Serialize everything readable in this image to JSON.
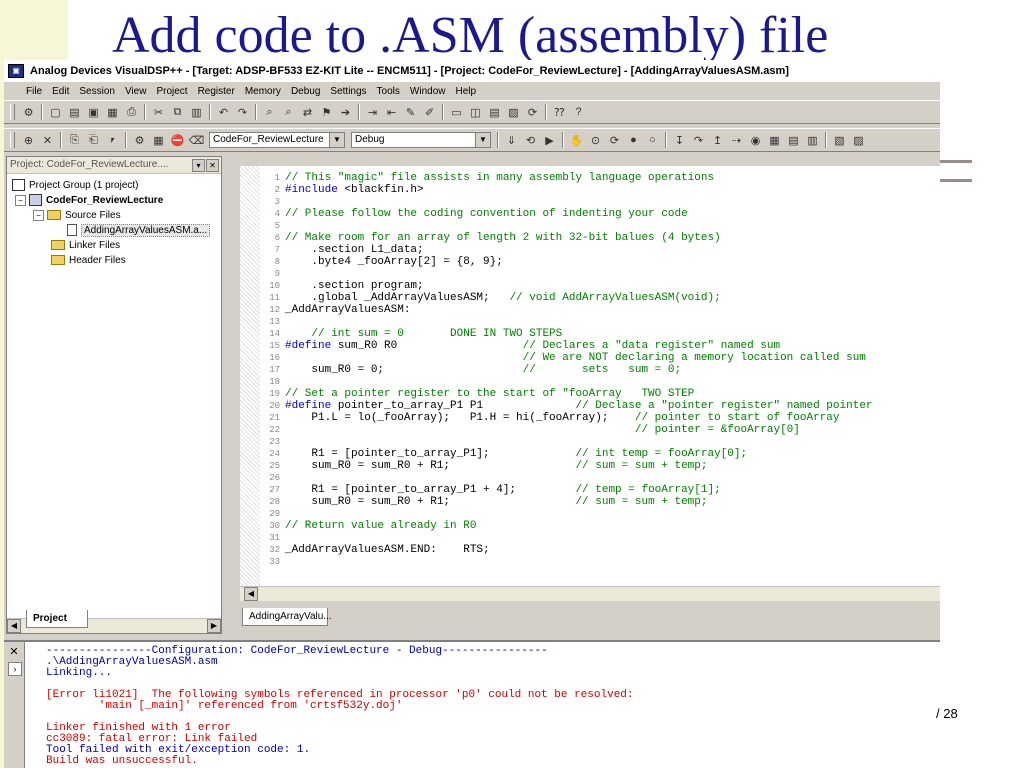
{
  "slide": {
    "title": "Add code to .ASM (assembly) file",
    "page": "/ 28"
  },
  "window": {
    "title": "Analog Devices VisualDSP++ - [Target: ADSP-BF533 EZ-KIT Lite -- ENCM511] - [Project: CodeFor_ReviewLecture] - [AddingArrayValuesASM.asm]"
  },
  "menu": [
    "File",
    "Edit",
    "Session",
    "View",
    "Project",
    "Register",
    "Memory",
    "Debug",
    "Settings",
    "Tools",
    "Window",
    "Help"
  ],
  "toolbar": {
    "project_combo": "CodeFor_ReviewLecture",
    "config_combo": "Debug"
  },
  "project_pane": {
    "title": "Project: CodeFor_ReviewLecture....",
    "tree": {
      "group": "Project Group (1 project)",
      "project": "CodeFor_ReviewLecture",
      "source_folder": "Source Files",
      "file": "AddingArrayValuesASM.a...",
      "linker_folder": "Linker Files",
      "header_folder": "Header Files"
    },
    "tab_label": "Project"
  },
  "editor": {
    "tab_label": "AddingArrayValu...",
    "lines": [
      {
        "n": "1",
        "code": "",
        "comment": "// This \"magic\" file assists in many assembly language operations"
      },
      {
        "n": "2",
        "kw": "#include",
        "code": " <blackfin.h>",
        "comment": ""
      },
      {
        "n": "3",
        "code": "",
        "comment": ""
      },
      {
        "n": "4",
        "code": "",
        "comment": "// Please follow the coding convention of indenting your code"
      },
      {
        "n": "5",
        "code": "",
        "comment": ""
      },
      {
        "n": "6",
        "code": "",
        "comment": "// Make room for an array of length 2 with 32-bit balues (4 bytes)"
      },
      {
        "n": "7",
        "code": "    .section L1_data;",
        "comment": ""
      },
      {
        "n": "8",
        "code": "    .byte4 _fooArray[2] = {8, 9};",
        "comment": ""
      },
      {
        "n": "9",
        "code": "",
        "comment": ""
      },
      {
        "n": "10",
        "code": "    .section program;",
        "comment": ""
      },
      {
        "n": "11",
        "code": "    .global _AddArrayValuesASM;   ",
        "comment": "// void AddArrayValuesASM(void);"
      },
      {
        "n": "12",
        "code": "_AddArrayValuesASM:",
        "comment": ""
      },
      {
        "n": "13",
        "code": "",
        "comment": ""
      },
      {
        "n": "14",
        "code": "    ",
        "comment": "// int sum = 0       DONE IN TWO STEPS"
      },
      {
        "n": "15",
        "kw": "#define",
        "code": " sum_R0 R0                   ",
        "comment": "// Declares a \"data register\" named sum"
      },
      {
        "n": "16",
        "code": "                                    ",
        "comment": "// We are NOT declaring a memory location called sum"
      },
      {
        "n": "17",
        "code": "    sum_R0 = 0;                     ",
        "comment": "//       sets   sum = 0;"
      },
      {
        "n": "18",
        "code": "",
        "comment": ""
      },
      {
        "n": "19",
        "code": "",
        "comment": "// Set a pointer register to the start of \"fooArray   TWO STEP"
      },
      {
        "n": "20",
        "kw": "#define",
        "code": " pointer_to_array_P1 P1              ",
        "comment": "// Declase a \"pointer register\" named pointer"
      },
      {
        "n": "21",
        "code": "    P1.L = lo(_fooArray);   P1.H = hi(_fooArray);    ",
        "comment": "// pointer to start of fooArray"
      },
      {
        "n": "22",
        "code": "                                                     ",
        "comment": "// pointer = &fooArray[0]"
      },
      {
        "n": "23",
        "code": "",
        "comment": ""
      },
      {
        "n": "24",
        "code": "    R1 = [pointer_to_array_P1];             ",
        "comment": "// int temp = fooArray[0];"
      },
      {
        "n": "25",
        "code": "    sum_R0 = sum_R0 + R1;                   ",
        "comment": "// sum = sum + temp;"
      },
      {
        "n": "26",
        "code": "",
        "comment": ""
      },
      {
        "n": "27",
        "code": "    R1 = [pointer_to_array_P1 + 4];         ",
        "comment": "// temp = fooArray[1];"
      },
      {
        "n": "28",
        "code": "    sum_R0 = sum_R0 + R1;                   ",
        "comment": "// sum = sum + temp;"
      },
      {
        "n": "29",
        "code": "",
        "comment": ""
      },
      {
        "n": "30",
        "code": "",
        "comment": "// Return value already in R0"
      },
      {
        "n": "31",
        "code": "",
        "comment": ""
      },
      {
        "n": "32",
        "code": "_AddArrayValuesASM.END:    RTS;",
        "comment": ""
      },
      {
        "n": "33",
        "code": "",
        "comment": ""
      }
    ]
  },
  "output": {
    "lines": [
      {
        "text": "----------------Configuration: CodeFor_ReviewLecture - Debug----------------",
        "style": "normal"
      },
      {
        "text": ".\\AddingArrayValuesASM.asm",
        "style": "normal"
      },
      {
        "text": "Linking...",
        "style": "normal"
      },
      {
        "text": "",
        "style": "normal"
      },
      {
        "text": "[Error li1021]  The following symbols referenced in processor 'p0' could not be resolved:",
        "style": "error"
      },
      {
        "text": "        'main [_main]' referenced from 'crtsf532y.doj'",
        "style": "error"
      },
      {
        "text": "",
        "style": "normal"
      },
      {
        "text": "Linker finished with 1 error",
        "style": "error"
      },
      {
        "text": "cc3089: fatal error: Link failed",
        "style": "error"
      },
      {
        "text": "Tool failed with exit/exception code: 1.",
        "style": "normal"
      },
      {
        "text": "Build was unsuccessful.",
        "style": "error"
      }
    ]
  },
  "colors": {
    "title": "#1a1a8c",
    "comment": "#008000",
    "keyword": "#0000cc",
    "error": "#cc0000",
    "output_text": "#0000aa"
  },
  "icons": [
    "app-icon",
    "close-icon",
    "dropdown-arrow-icon",
    "folder-icon",
    "file-icon",
    "project-icon",
    "pin-icon"
  ]
}
